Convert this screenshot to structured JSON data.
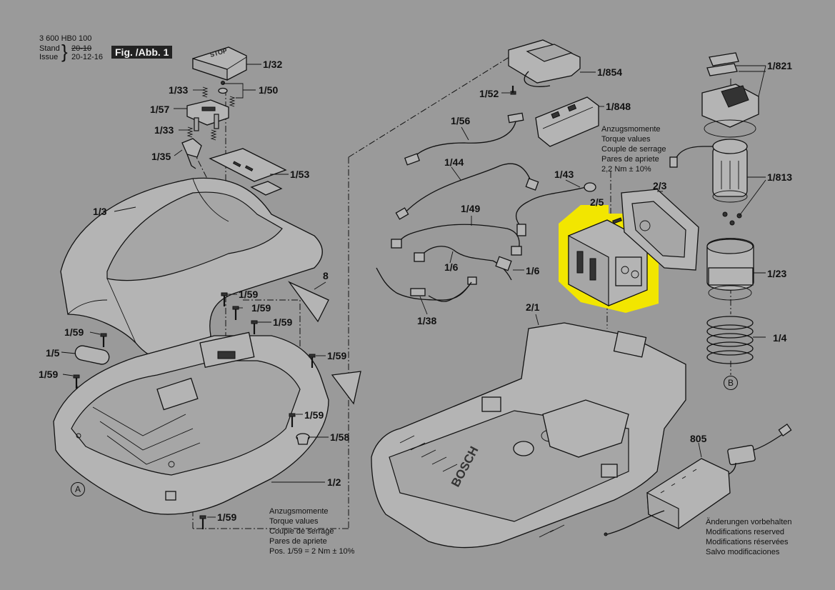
{
  "header": {
    "code": "3 600 HB0 100",
    "stand_label": "Stand",
    "issue_label": "Issue",
    "stand_date": "20-10",
    "issue_date": "20-12-16",
    "figure": "Fig. /Abb. 1"
  },
  "labels": {
    "p1_32": "1/32",
    "p1_33a": "1/33",
    "p1_50": "1/50",
    "p1_57": "1/57",
    "p1_33b": "1/33",
    "p1_35": "1/35",
    "p1_53": "1/53",
    "p1_3": "1/3",
    "p8": "8",
    "p1_59a": "1/59",
    "p1_59b": "1/59",
    "p1_59c": "1/59",
    "p1_59d": "1/59",
    "p1_5": "1/5",
    "p1_59e": "1/59",
    "p1_59f": "1/59",
    "p1_59g": "1/59",
    "p1_58": "1/58",
    "p1_2": "1/2",
    "p1_59h": "1/59",
    "p1_854": "1/854",
    "p1_52": "1/52",
    "p1_848": "1/848",
    "p1_56": "1/56",
    "p1_44": "1/44",
    "p1_43": "1/43",
    "p1_49": "1/49",
    "p1_6a": "1/6",
    "p1_6b": "1/6",
    "p1_38": "1/38",
    "p2_5": "2/5",
    "p2_3": "2/3",
    "p2_1": "2/1",
    "p1_821": "1/821",
    "p1_813": "1/813",
    "p1_23": "1/23",
    "p1_4": "1/4",
    "p805": "805",
    "circle_a": "A",
    "circle_b": "B",
    "brand": "BOSCH"
  },
  "torque_top": [
    "Anzugsmomente",
    "Torque values",
    "Couple de serrage",
    "Pares de apriete",
    "2,2 Nm  ± 10%"
  ],
  "torque_bottom": [
    "Anzugsmomente",
    "Torque values",
    "Couple de serrage",
    "Pares de apriete",
    "Pos.    1/59 = 2 Nm  ± 10%"
  ],
  "modifications": [
    "Änderungen vorbehalten",
    "Modifications reserved",
    "Modifications réservées",
    "Salvo modificaciones"
  ],
  "colors": {
    "background": "#9a9a9a",
    "line": "#111111",
    "highlight": "#f2e600",
    "part_fill": "#b4b4b4"
  }
}
